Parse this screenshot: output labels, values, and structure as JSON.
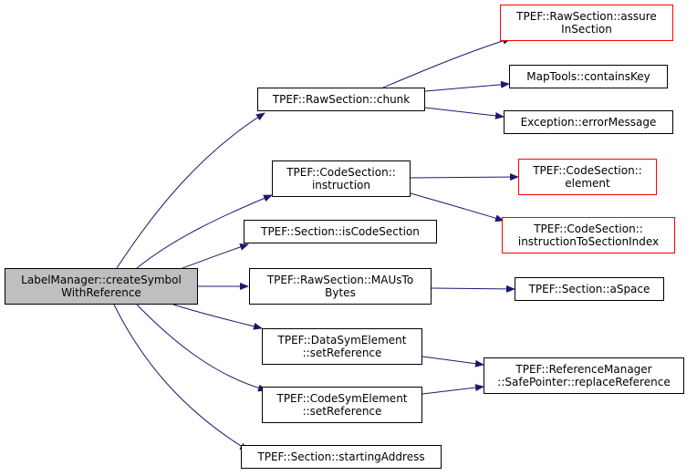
{
  "colors": {
    "edge": "#191970",
    "root_fill": "#bfbfbf",
    "node_border": "#000000",
    "truncated_border": "#ff0000"
  },
  "nodes": {
    "root": {
      "label": "LabelManager::createSymbol\nWithReference"
    },
    "chunk": {
      "label": "TPEF::RawSection::chunk"
    },
    "assure": {
      "label": "TPEF::RawSection::assure\nInSection"
    },
    "containskey": {
      "label": "MapTools::containsKey"
    },
    "errormessage": {
      "label": "Exception::errorMessage"
    },
    "instruction": {
      "label": "TPEF::CodeSection::\ninstruction"
    },
    "element": {
      "label": "TPEF::CodeSection::\nelement"
    },
    "instrtoindex": {
      "label": "TPEF::CodeSection::\ninstructionToSectionIndex"
    },
    "iscodesection": {
      "label": "TPEF::Section::isCodeSection"
    },
    "maustobytes": {
      "label": "TPEF::RawSection::MAUsTo\nBytes"
    },
    "aspace": {
      "label": "TPEF::Section::aSpace"
    },
    "datasym": {
      "label": "TPEF::DataSymElement\n::setReference"
    },
    "replaceref": {
      "label": "TPEF::ReferenceManager\n::SafePointer::replaceReference"
    },
    "codesym": {
      "label": "TPEF::CodeSymElement\n::setReference"
    },
    "startaddr": {
      "label": "TPEF::Section::startingAddress"
    }
  }
}
